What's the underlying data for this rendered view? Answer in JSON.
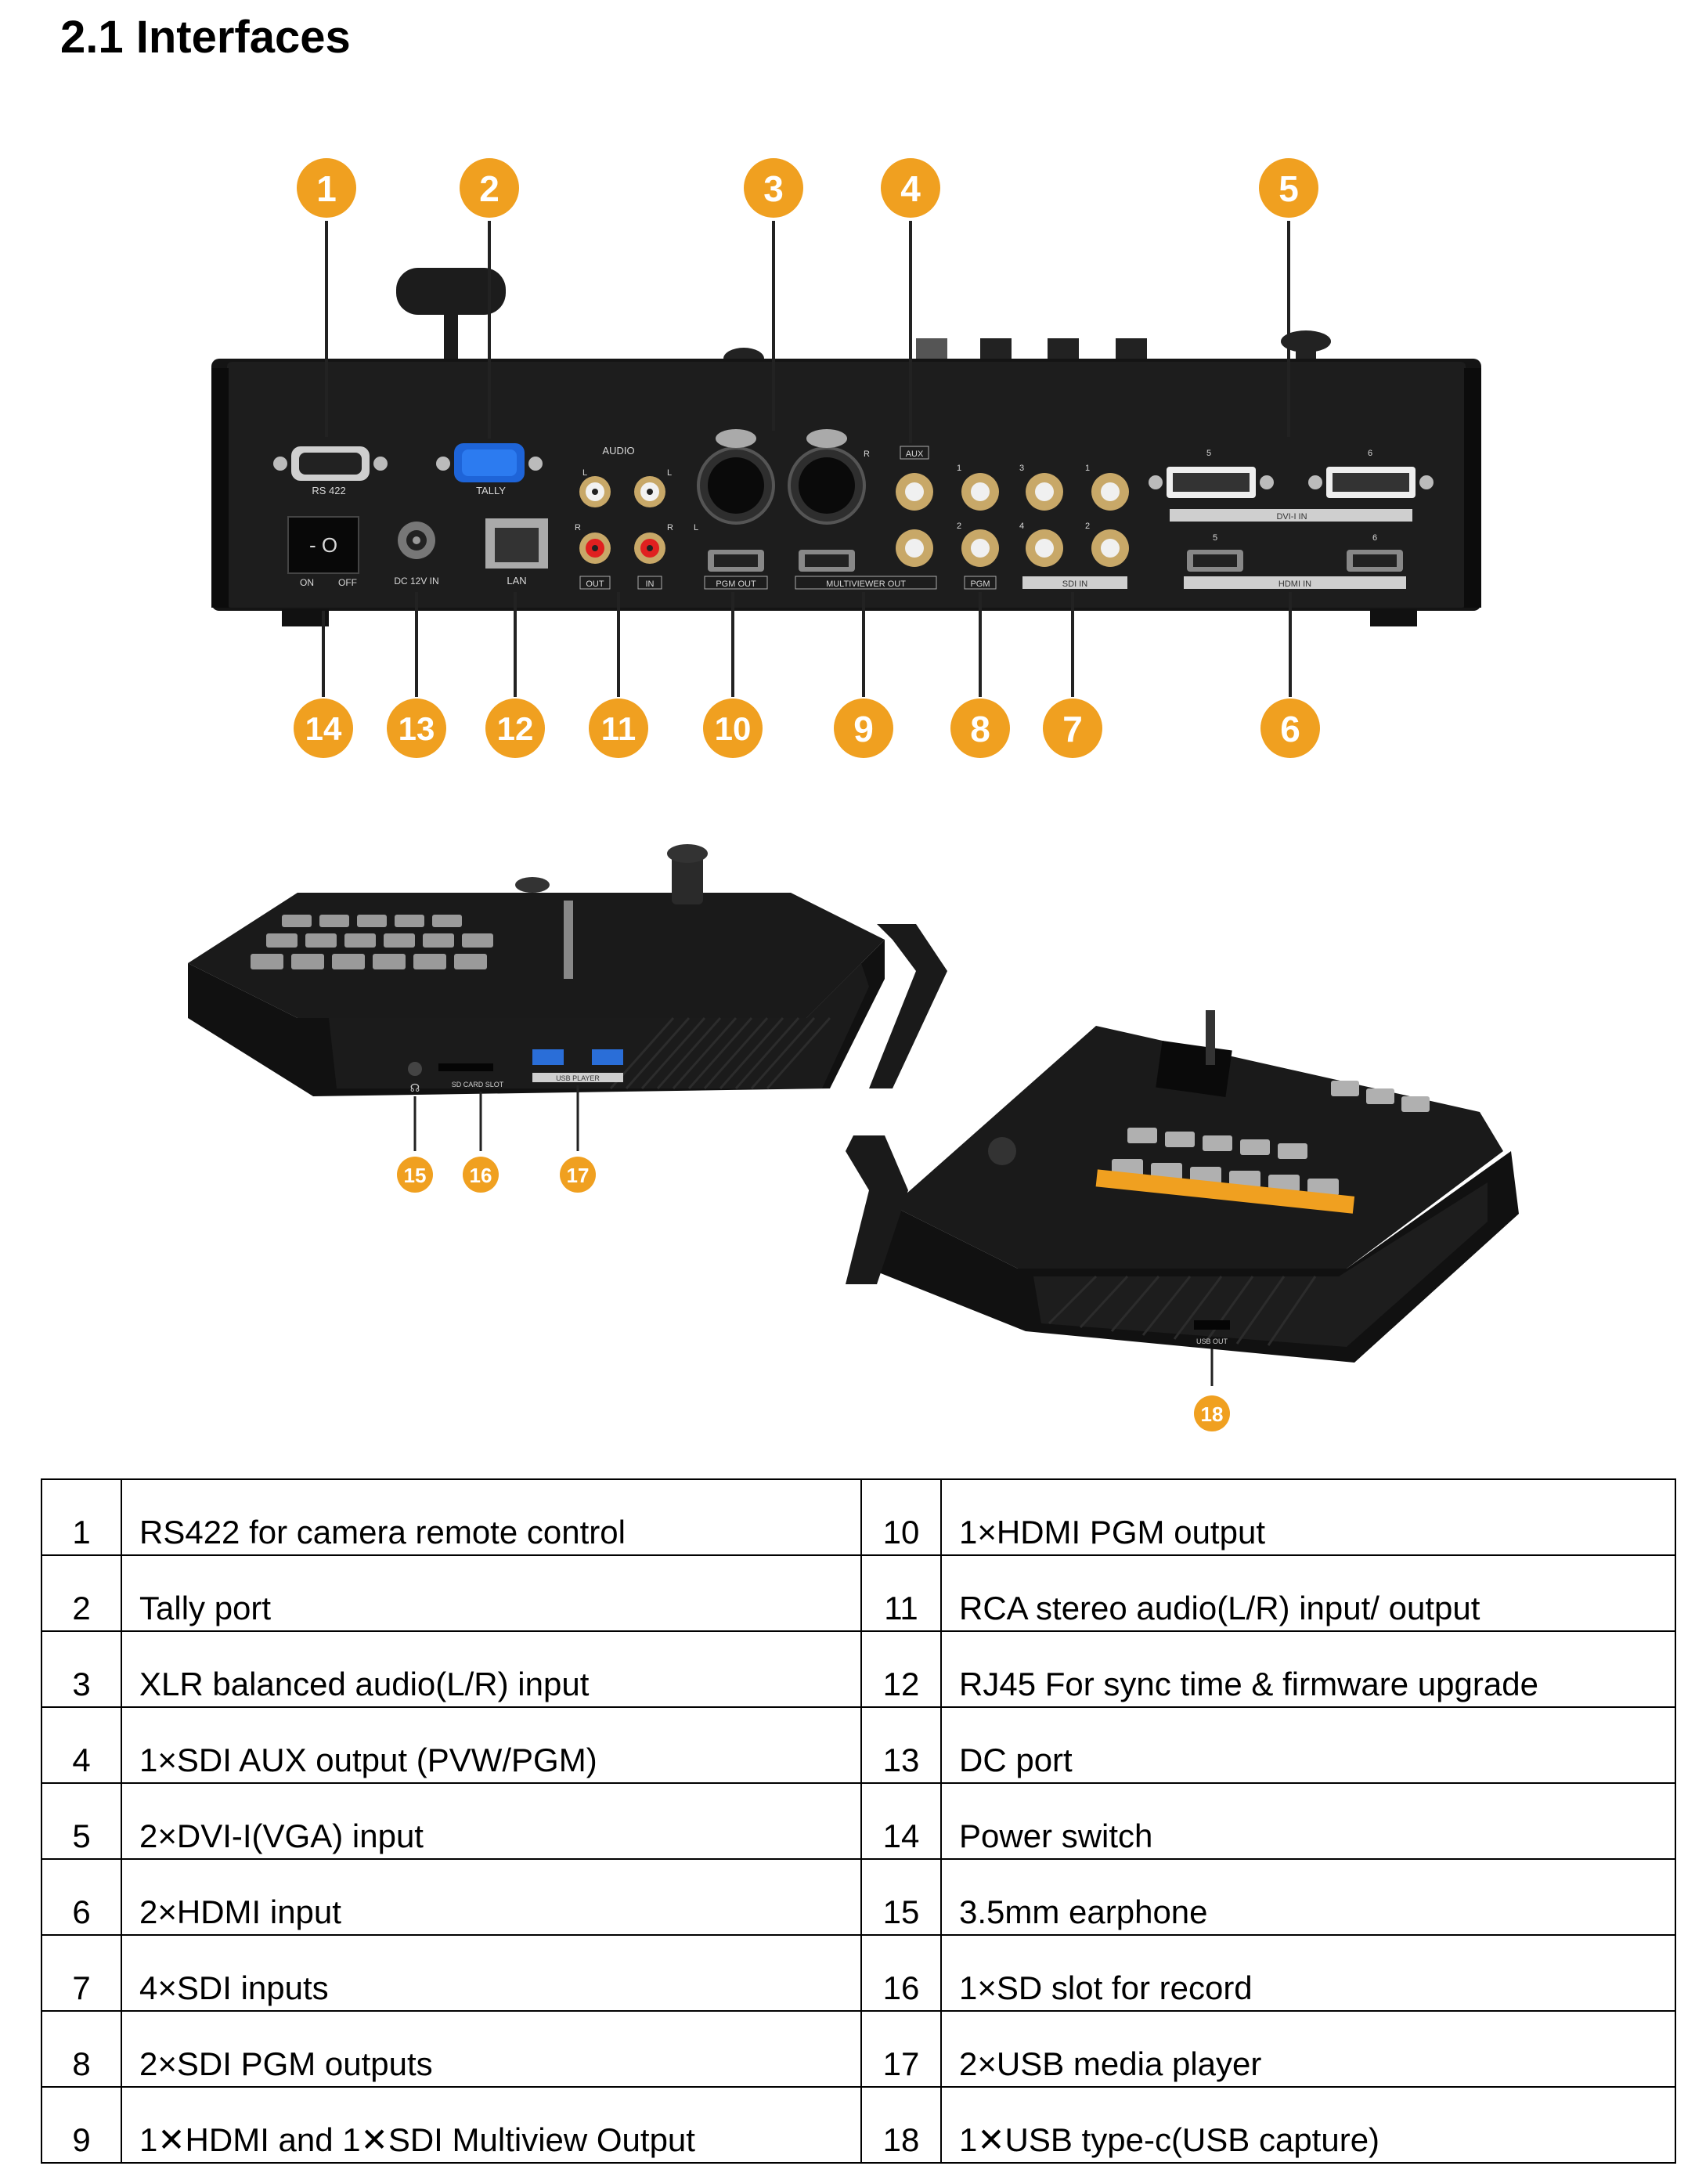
{
  "heading": "2.1 Interfaces",
  "rear_panel": {
    "labels": {
      "rs422": "RS 422",
      "tally": "TALLY",
      "audio": "AUDIO",
      "lan": "LAN",
      "out": "OUT",
      "in": "IN",
      "on": "ON",
      "off": "OFF",
      "dc": "DC 12V IN",
      "pgm_out": "PGM OUT",
      "multiviewer_out": "MULTIVIEWER OUT",
      "aux": "AUX",
      "pgm": "PGM",
      "sdi_in": "SDI IN",
      "dvi_in": "DVI-I IN",
      "hdmi_in": "HDMI IN",
      "l": "L",
      "r": "R",
      "n1": "1",
      "n2": "2",
      "n3": "3",
      "n4": "4",
      "n5": "5",
      "n6": "6"
    }
  },
  "side_labels": {
    "sd_card_slot": "SD CARD SLOT",
    "usb_player": "USB PLAYER",
    "usb_out": "USB OUT"
  },
  "callouts": [
    "1",
    "2",
    "3",
    "4",
    "5",
    "6",
    "7",
    "8",
    "9",
    "10",
    "11",
    "12",
    "13",
    "14",
    "15",
    "16",
    "17",
    "18"
  ],
  "colors": {
    "callout": "#f0a020",
    "device": "#141414"
  },
  "table": {
    "rows": [
      {
        "n1": "1",
        "d1": "RS422 for camera remote control",
        "n2": "10",
        "d2": "1×HDMI PGM output"
      },
      {
        "n1": "2",
        "d1": "Tally port",
        "n2": "11",
        "d2": "RCA stereo audio(L/R) input/ output"
      },
      {
        "n1": "3",
        "d1": "XLR balanced audio(L/R) input",
        "n2": "12",
        "d2": "RJ45 For sync time & firmware upgrade"
      },
      {
        "n1": "4",
        "d1": "1×SDI AUX output (PVW/PGM)",
        "n2": "13",
        "d2": "DC port"
      },
      {
        "n1": "5",
        "d1": "2×DVI-I(VGA) input",
        "n2": "14",
        "d2": "Power switch"
      },
      {
        "n1": "6",
        "d1": "2×HDMI input",
        "n2": "15",
        "d2": "3.5mm earphone"
      },
      {
        "n1": "7",
        "d1": "4×SDI inputs",
        "n2": "16",
        "d2": "1×SD slot for record"
      },
      {
        "n1": "8",
        "d1": "2×SDI PGM outputs",
        "n2": "17",
        "d2": "2×USB media player"
      },
      {
        "n1": "9",
        "d1": "1✕HDMI and 1✕SDI Multiview Output",
        "n2": "18",
        "d2": "1✕USB type-c(USB capture)"
      }
    ]
  }
}
